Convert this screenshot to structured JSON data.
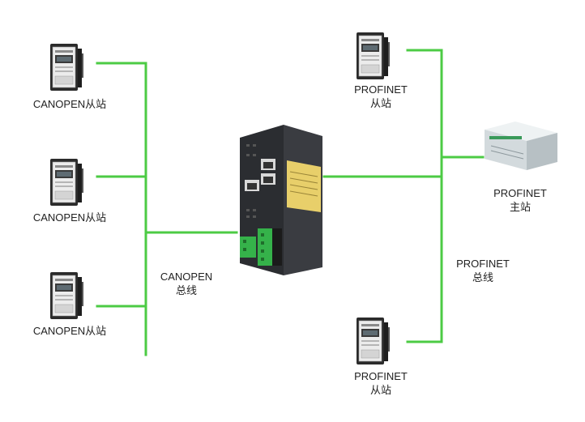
{
  "colors": {
    "bus_line": "#4ccb44",
    "device_body": "#2d2f33",
    "device_face": "#e9e9e9",
    "terminal": "#35b24a",
    "label_plate": "#e8cf6a",
    "plc_body": "#d9dfe2"
  },
  "icons": {
    "drive": "servo-drive-icon",
    "gateway": "gateway-device-icon",
    "plc": "plc-icon"
  },
  "canopen_slaves": [
    {
      "label": "CANOPEN从站"
    },
    {
      "label": "CANOPEN从站"
    },
    {
      "label": "CANOPEN从站"
    }
  ],
  "canopen_bus": {
    "line1": "CANOPEN",
    "line2": "总线"
  },
  "profinet_slave_top": {
    "line1": "PROFINET",
    "line2": "从站"
  },
  "profinet_slave_bottom": {
    "line1": "PROFINET",
    "line2": "从站"
  },
  "profinet_master": {
    "line1": "PROFINET",
    "line2": "主站"
  },
  "profinet_bus": {
    "line1": "PROFINET",
    "line2": "总线"
  }
}
